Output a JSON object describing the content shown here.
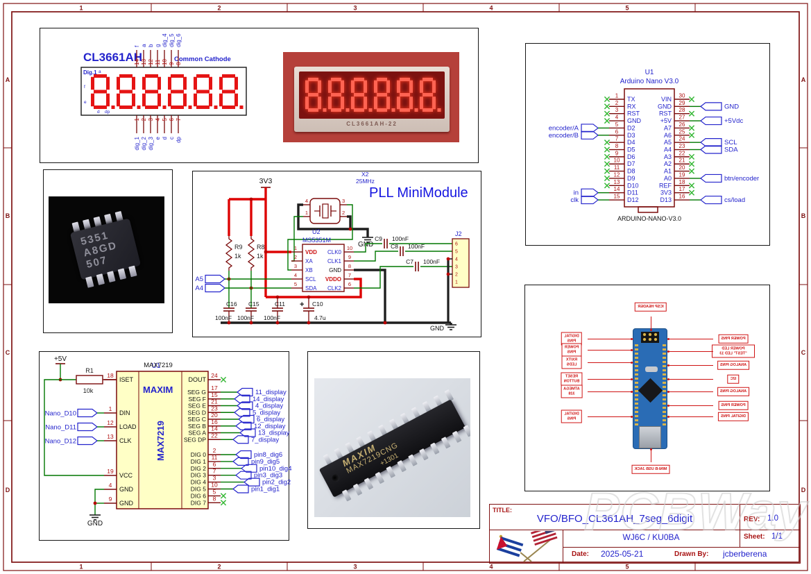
{
  "sheet": {
    "columns": [
      "1",
      "2",
      "3",
      "4",
      "5"
    ],
    "rows": [
      "A",
      "B",
      "C",
      "D"
    ]
  },
  "colors": {
    "accent_blue": "#2323cc",
    "pin_red": "#b01010",
    "wire_green": "#007700",
    "power_red": "#dd0404",
    "gnd_black": "#1e1e1e",
    "symbol_maroon": "#7a0a0a",
    "body_yellow": "#ffffc6",
    "nc_green": "#38b838",
    "sheet_maroon": "#7e1212"
  },
  "display_symbol": {
    "title": "CL3661AH",
    "subtitle": "Common Cathode",
    "corner_label": "Dig.1",
    "segment_letters": [
      "a",
      "f",
      "e",
      "d",
      "dp"
    ],
    "top_pins": [
      {
        "num": "14",
        "name": "f"
      },
      {
        "num": "13",
        "name": "a"
      },
      {
        "num": "12",
        "name": "b"
      },
      {
        "num": "11",
        "name": "g"
      },
      {
        "num": "10",
        "name": "dig_4"
      },
      {
        "num": "9",
        "name": "dig_5"
      },
      {
        "num": "8",
        "name": "dig_6"
      }
    ],
    "bottom_pins": [
      {
        "num": "1",
        "name": "dig_1"
      },
      {
        "num": "2",
        "name": "dig_2"
      },
      {
        "num": "3",
        "name": "dig_3"
      },
      {
        "num": "4",
        "name": "e"
      },
      {
        "num": "5",
        "name": "d"
      },
      {
        "num": "6",
        "name": "c"
      },
      {
        "num": "7",
        "name": "dp"
      }
    ]
  },
  "display_photo": {
    "marking": "CL3661AH-22",
    "digit_count": 6
  },
  "si5351_photo": {
    "lines": [
      "5351",
      "A8GD",
      "507"
    ]
  },
  "pll": {
    "title": "PLL MiniModule",
    "power_label": "3V3",
    "resistors": [
      {
        "ref": "R9",
        "value": "1k"
      },
      {
        "ref": "R8",
        "value": "1k"
      }
    ],
    "crystal": {
      "ref": "X2",
      "value": "25MHz",
      "pin4": "4",
      "pin3": "3",
      "pin1": "1",
      "pin2": "2"
    },
    "u2": {
      "ref": "U2",
      "part": "MS5351M",
      "left_pins": [
        {
          "num": "1",
          "name": "VDD"
        },
        {
          "num": "2",
          "name": "XA"
        },
        {
          "num": "3",
          "name": "XB"
        },
        {
          "num": "4",
          "name": "SCL"
        },
        {
          "num": "5",
          "name": "SDA"
        }
      ],
      "right_pins": [
        {
          "num": "10",
          "name": "CLK0"
        },
        {
          "num": "9",
          "name": "CLK1"
        },
        {
          "num": "8",
          "name": "GND"
        },
        {
          "num": "7",
          "name": "VDDO"
        },
        {
          "num": "6",
          "name": "CLK2"
        }
      ]
    },
    "labels": [
      "A5",
      "A4"
    ],
    "gnd_label_top": "GND",
    "gnd_label_bottom": "GND",
    "shunt_caps": [
      {
        "ref": "C16",
        "value": "100nF"
      },
      {
        "ref": "C15",
        "value": "100nF"
      },
      {
        "ref": "C11",
        "value": "100nF"
      },
      {
        "ref": "C10",
        "value": "4.7u",
        "plus": "+"
      }
    ],
    "series_caps": [
      {
        "ref": "C9",
        "value": "100nF"
      },
      {
        "ref": "C8",
        "value": "100nF"
      },
      {
        "ref": "C7",
        "value": "100nF"
      }
    ],
    "j2": {
      "ref": "J2",
      "pins": [
        "6",
        "5",
        "4",
        "3",
        "2",
        "1"
      ]
    }
  },
  "max7219": {
    "ref": "U1",
    "part": "MAX7219",
    "logo": "MAXIM",
    "vertical": "MAX7219",
    "power_label": "+5V",
    "gnd_label": "GND",
    "r1": {
      "ref": "R1",
      "value": "10k"
    },
    "left_pins": [
      {
        "num": "18",
        "name": "ISET"
      },
      {
        "num": "1",
        "name": "DIN",
        "label": "Nano_D10"
      },
      {
        "num": "12",
        "name": "LOAD",
        "label": "Nano_D11"
      },
      {
        "num": "13",
        "name": "CLK",
        "label": "Nano_D12"
      },
      {
        "num": "19",
        "name": "VCC"
      },
      {
        "num": "4",
        "name": "GND"
      },
      {
        "num": "9",
        "name": "GND"
      }
    ],
    "dout_pin": {
      "num": "24",
      "name": "DOUT"
    },
    "seg_pins": [
      {
        "num": "17",
        "name": "SEG G",
        "label": "11_display"
      },
      {
        "num": "15",
        "name": "SEG F",
        "label": "14_display"
      },
      {
        "num": "21",
        "name": "SEG E",
        "label": "4_display"
      },
      {
        "num": "23",
        "name": "SEG D",
        "label": "5_display"
      },
      {
        "num": "20",
        "name": "SEG C",
        "label": "6_display"
      },
      {
        "num": "16",
        "name": "SEG B",
        "label": "12_display"
      },
      {
        "num": "14",
        "name": "SEG A",
        "label": "13_display"
      },
      {
        "num": "22",
        "name": "SEG DP",
        "label": "7_display"
      }
    ],
    "dig_pins": [
      {
        "num": "2",
        "name": "DIG 0",
        "label": "pin8_dig6"
      },
      {
        "num": "11",
        "name": "DIG 1",
        "label": "pin9_dig5"
      },
      {
        "num": "6",
        "name": "DIG 2",
        "label": "pin10_dig4"
      },
      {
        "num": "7",
        "name": "DIG 3",
        "label": "pin3_dig3"
      },
      {
        "num": "3",
        "name": "DIG 4",
        "label": "pin2_dig2"
      },
      {
        "num": "10",
        "name": "DIG 5",
        "label": "pin1_dig1"
      },
      {
        "num": "5",
        "name": "DIG 6"
      },
      {
        "num": "8",
        "name": "DIG 7"
      }
    ]
  },
  "max_chip_photo": {
    "lines": [
      "MAXIM",
      "MAX7219CNG",
      "+1301"
    ]
  },
  "arduino": {
    "ref": "U1",
    "name": "Arduino Nano V3.0",
    "footprint": "ARDUINO-NANO-V3.0",
    "left_pins": [
      {
        "num": "1",
        "name": "TX",
        "nc": true
      },
      {
        "num": "2",
        "name": "RX",
        "nc": true
      },
      {
        "num": "3",
        "name": "RST",
        "nc": true
      },
      {
        "num": "4",
        "name": "GND",
        "nc": true
      },
      {
        "num": "5",
        "name": "D2",
        "label": "encoder/A"
      },
      {
        "num": "6",
        "name": "D3",
        "label": "encoder/B"
      },
      {
        "num": "7",
        "name": "D4",
        "nc": true
      },
      {
        "num": "8",
        "name": "D5",
        "nc": true
      },
      {
        "num": "9",
        "name": "D6",
        "nc": true
      },
      {
        "num": "10",
        "name": "D7",
        "nc": true
      },
      {
        "num": "11",
        "name": "D8",
        "nc": true
      },
      {
        "num": "12",
        "name": "D9",
        "nc": true
      },
      {
        "num": "13",
        "name": "D10",
        "nc": true
      },
      {
        "num": "14",
        "name": "D11",
        "label": "in"
      },
      {
        "num": "15",
        "name": "D12",
        "label": "clk"
      }
    ],
    "right_pins": [
      {
        "num": "30",
        "name": "VIN",
        "nc": true
      },
      {
        "num": "29",
        "name": "GND",
        "label": "GND"
      },
      {
        "num": "28",
        "name": "RST",
        "nc": true
      },
      {
        "num": "27",
        "name": "+5V",
        "label": "+5Vdc"
      },
      {
        "num": "26",
        "name": "A7",
        "nc": true
      },
      {
        "num": "25",
        "name": "A6",
        "nc": true
      },
      {
        "num": "24",
        "name": "A5",
        "label": "SCL"
      },
      {
        "num": "23",
        "name": "A4",
        "label": "SDA"
      },
      {
        "num": "22",
        "name": "A3",
        "nc": true
      },
      {
        "num": "21",
        "name": "A2",
        "nc": true
      },
      {
        "num": "20",
        "name": "A1",
        "nc": true
      },
      {
        "num": "19",
        "name": "A0",
        "label": "btn/encoder"
      },
      {
        "num": "18",
        "name": "REF",
        "nc": true
      },
      {
        "num": "17",
        "name": "3V3",
        "nc": true
      },
      {
        "num": "16",
        "name": "D13",
        "label": "cs/load"
      }
    ]
  },
  "pinout_photo": {
    "top": "ICSP HEADER",
    "bottom": "MINI-B USB JACK",
    "right_column": [
      "POWER PINS",
      "POWER LED \"TEST\" LED 13",
      "ANALOG PINS",
      "I2C",
      "ANALOG PINS",
      "POWER PINS",
      "DIGITAL PINS"
    ],
    "left_column": [
      "DIGITAL PINS",
      "POWER PINS",
      "RX/TX LEDS",
      "RESET BUTTON",
      "ATMEGA 328",
      "DIGITAL PINS"
    ]
  },
  "title_block": {
    "title_label": "TITLE:",
    "title": "VFO/BFO_CL361AH_7seg_6digit",
    "rev_label": "REV:",
    "rev": "1.0",
    "owner": "WJ6C / KU0BA",
    "sheet_label": "Sheet:",
    "sheet": "1/1",
    "date_label": "Date:",
    "date": "2025-05-21",
    "drawn_label": "Drawn By:",
    "drawn_by": "jcberberena",
    "watermark": "PCBWay"
  }
}
